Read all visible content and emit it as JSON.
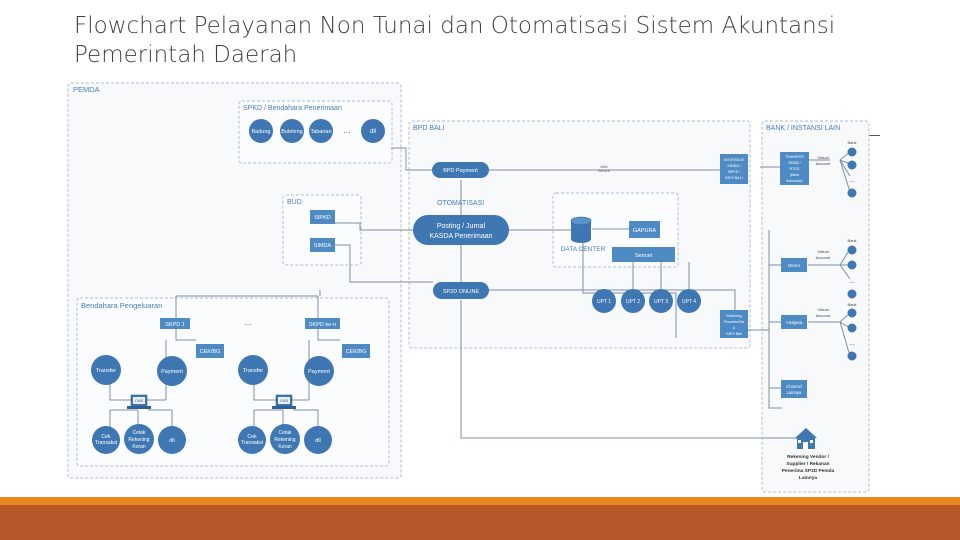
{
  "slide": {
    "title_line1": "Flowchart Pelayanan Non Tunai dan Otomatisasi Sistem Akuntansi",
    "title_line2": "Pemerintah Daerah"
  },
  "colors": {
    "node_blue": "#3f77b3",
    "box_blue": "#4e8bc4",
    "heading_blue": "#4a7fb5",
    "dashed_border": "#aebfd3",
    "panel_fill": "#f7f9fb",
    "line": "#7f8fa0",
    "bar_orange": "#e8891f",
    "bar_rust": "#b8572a"
  },
  "diagram": {
    "pemda": {
      "label": "PEMDA"
    },
    "spkd": {
      "label": "SPKD / Bendahara Penerimaan",
      "nodes": [
        "Badung",
        "Buleleng",
        "Tabanan",
        "…",
        "dll"
      ]
    },
    "bud": {
      "label": "BUD",
      "sipkd": "SIPKD",
      "simda": "SIMDA"
    },
    "bendahara": {
      "label": "Bendahara Pengeluaran",
      "skpd1": "SKPD 1",
      "dots": "…",
      "skpdn": "SKPD ke-n",
      "cek_bg": "CEK/BG",
      "transfer": "Transfer",
      "payment": "Payment",
      "cms": "CMS",
      "cek_transaksi": [
        "Cek",
        "Transaksi"
      ],
      "cetak_rekening": [
        "Cetak",
        "Rekening",
        "Koran"
      ],
      "dll": "dll"
    },
    "bpd": {
      "label": "BPD BALI",
      "bpd_payment": "BPD Payment",
      "otomatisasi": "OTOMATISASI",
      "posting": [
        "Posting / Jurnal",
        "KASDA Penerimaan"
      ],
      "data_center": "DATA CENTER",
      "gapura": "GAPURA",
      "sencet": "Sencet",
      "upts": [
        "UPT 1",
        "UPT 2",
        "UPT 3",
        "UPT 4"
      ],
      "sp2d_online": "SP2D ONLINE",
      "interface": [
        "INTERFACE",
        "SIMDA /",
        "SIPKD /",
        "INFO BALI"
      ],
      "switching": [
        "Switching",
        "Prosedur/Sw",
        "&",
        "INFO Bali"
      ],
      "web_service": [
        "Web",
        "Service"
      ]
    },
    "bank": {
      "label": "BANK / INSTANSI LAIN",
      "transfer_box": [
        "TRANSFER",
        "SKNBI /",
        "RTGS",
        "(Bank",
        "Indonesia)"
      ],
      "virtual_account": [
        "Virtual",
        "Account"
      ],
      "bank": "Bank",
      "ellipsis": "…",
      "direct": "Direct",
      "artajasa": "Artajasa",
      "channel_lainnya": [
        "Channel",
        "Lainnya"
      ],
      "vendor": [
        "Rekening Vendor /",
        "Supplier / Rekanan",
        "Penerima SP2D Pemda",
        "Lainnya"
      ]
    }
  }
}
